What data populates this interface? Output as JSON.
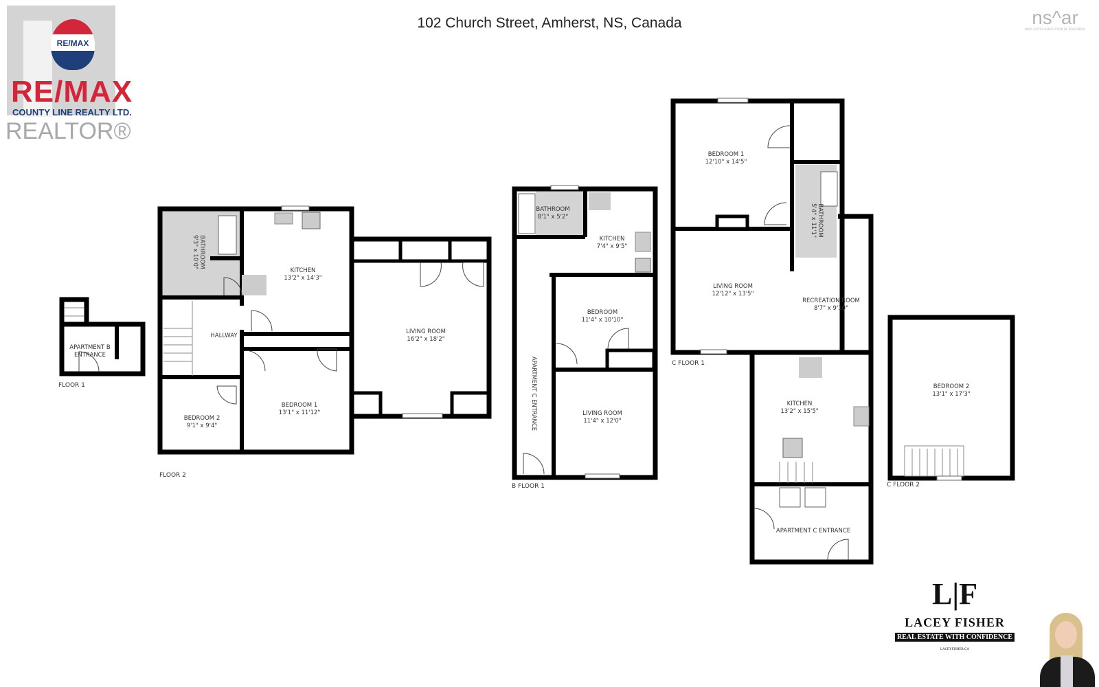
{
  "title": "102 Church Street, Amherst, NS, Canada",
  "logos": {
    "remax_balloon": "RE/MAX",
    "remax_word": "RE/MAX",
    "remax_office": "COUNTY LINE REALTY LTD.",
    "realtor": "REALTOR®",
    "nsar": "ns^ar",
    "nsar_sub": "NOVA SCOTIA ASSOCIATION OF REALTORS®",
    "agent_monogram": "L|F",
    "agent_name": "LACEY FISHER",
    "agent_tagline": "REAL ESTATE WITH CONFIDENCE",
    "agent_site": "LACEYFISHER.CA"
  },
  "colors": {
    "wall": "#000000",
    "wet_area": "#d4d4d4",
    "remax_red": "#d3263a",
    "remax_blue": "#1f3f7a"
  },
  "floors": [
    {
      "label": "FLOOR 1",
      "rooms": [
        {
          "name": "APARTMENT B",
          "name2": "ENTRANCE"
        }
      ]
    },
    {
      "label": "FLOOR 2",
      "rooms": [
        {
          "name": "BATHROOM",
          "dims": "9'3\" x 10'0\""
        },
        {
          "name": "KITCHEN",
          "dims": "13'2\" x 14'3\""
        },
        {
          "name": "HALLWAY"
        },
        {
          "name": "LIVING ROOM",
          "dims": "16'2\" x 18'2\""
        },
        {
          "name": "BEDROOM 2",
          "dims": "9'1\" x 9'4\""
        },
        {
          "name": "BEDROOM 1",
          "dims": "13'1\" x 11'12\""
        }
      ]
    },
    {
      "label": "B FLOOR 1",
      "rooms": [
        {
          "name": "BATHROOM",
          "dims": "8'1\" x 5'2\""
        },
        {
          "name": "KITCHEN",
          "dims": "7'4\" x 9'5\""
        },
        {
          "name": "BEDROOM",
          "dims": "11'4\" x 10'10\""
        },
        {
          "name": "LIVING ROOM",
          "dims": "11'4\" x 12'0\""
        },
        {
          "name": "APARTMENT C ENTRANCE"
        }
      ]
    },
    {
      "label": "C FLOOR 1",
      "rooms": [
        {
          "name": "BEDROOM 1",
          "dims": "12'10\" x 14'5\""
        },
        {
          "name": "BATHROOM",
          "dims": "5'4\" x 11'1\""
        },
        {
          "name": "LIVING ROOM",
          "dims": "12'12\" x 13'5\""
        },
        {
          "name": "RECREATION ROOM",
          "dims": "8'7\" x 9'10\""
        },
        {
          "name": "KITCHEN",
          "dims": "13'2\" x 15'5\""
        },
        {
          "name": "APARTMENT C ENTRANCE"
        }
      ]
    },
    {
      "label": "C FLOOR 2",
      "rooms": [
        {
          "name": "BEDROOM 2",
          "dims": "13'1\" x 17'3\""
        }
      ]
    }
  ]
}
